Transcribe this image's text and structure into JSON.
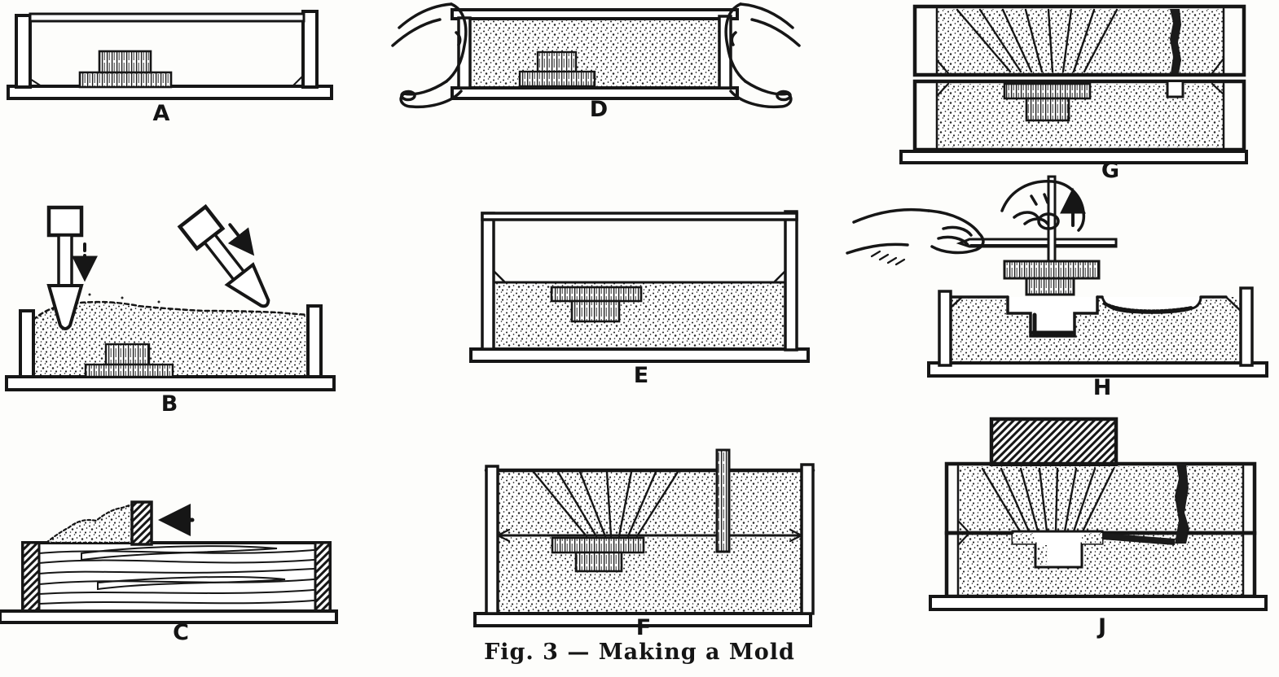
{
  "caption": "Fig. 3 — Making a Mold",
  "panels": {
    "a": "A",
    "b": "B",
    "c": "C",
    "d": "D",
    "e": "E",
    "f": "F",
    "g": "G",
    "h": "H",
    "j": "J"
  }
}
